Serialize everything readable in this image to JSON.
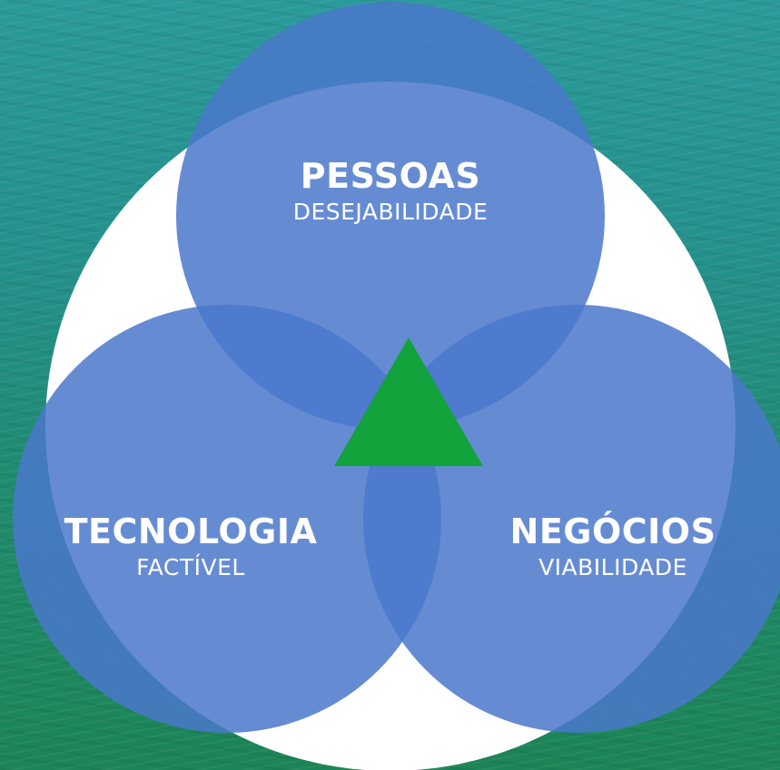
{
  "colors": {
    "circle_fill": "#4f7fd0",
    "circle_outline_ring": "#ffffff",
    "triangle": "#12a33c",
    "text": "#ffffff"
  },
  "circles": [
    {
      "title": "PESSOAS",
      "subtitle": "DESEJABILIDADE"
    },
    {
      "title": "TECNOLOGIA",
      "subtitle": "FACTÍVEL"
    },
    {
      "title": "NEGÓCIOS",
      "subtitle": "VIABILIDADE"
    }
  ],
  "center_icon": "green-triangle"
}
